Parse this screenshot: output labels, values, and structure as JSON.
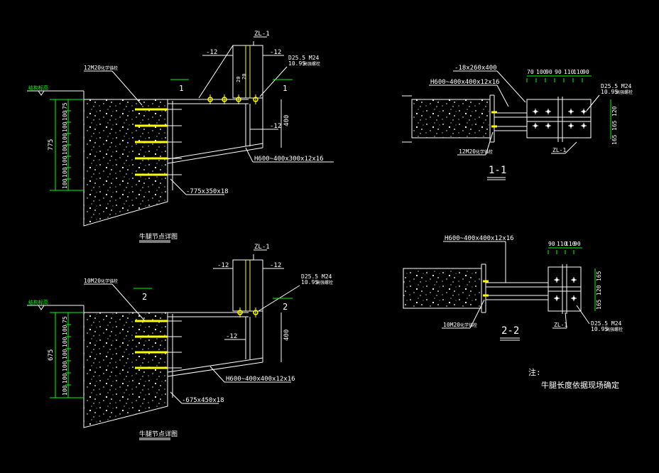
{
  "colors": {
    "background": "#000000",
    "line": "#ffffff",
    "steel": "#ffff00",
    "dimension": "#00ff00",
    "guide": "#00ffff"
  },
  "detail_a": {
    "beam_tag": "ZL-1",
    "plate_left": "-12",
    "plate_right": "-12",
    "anchor_label": "12M20",
    "anchor_note": "化学锚栓",
    "bolt_label": "D25.5 M24",
    "bolt_grade": "10.9S",
    "bolt_note": "高强螺栓",
    "section_mark": "1",
    "ground_note": "结构标高",
    "dim_total": "775",
    "dims": [
      "75",
      "100",
      "100",
      "100",
      "100",
      "100",
      "100",
      "100"
    ],
    "dim_a": "20",
    "dim_b": "20",
    "web_plate": "-12",
    "depth": "400",
    "bracket": "H600~400x300x12x16",
    "embed_plate": "-775x350x18",
    "caption": "牛腿节点详图"
  },
  "detail_b": {
    "beam_tag": "ZL-1",
    "plate_left": "-12",
    "plate_right": "-12",
    "anchor_label": "10M20",
    "anchor_note": "化学锚栓",
    "bolt_label": "D25.5 M24",
    "bolt_grade": "10.9S",
    "bolt_note": "高强螺栓",
    "section_mark": "2",
    "ground_note": "结构标高",
    "dim_total": "675",
    "dims": [
      "75",
      "100",
      "100",
      "100",
      "100",
      "100",
      "100"
    ],
    "web_plate": "-12",
    "depth": "400",
    "bracket": "H600~400x400x12x16",
    "embed_plate": "-675x450x18",
    "caption": "牛腿节点详图"
  },
  "section_1": {
    "plate_top": "-18x260x400",
    "beam": "H600~400x400x12x16",
    "top_dims": [
      "70",
      "100",
      "90",
      "90",
      "110",
      "110",
      "90"
    ],
    "bolt_label": "D25.5 M24",
    "bolt_grade": "10.9S",
    "bolt_note": "高强螺栓",
    "side_dims": [
      "120",
      "165",
      "165"
    ],
    "anchor_label": "12M20",
    "anchor_note": "化学锚栓",
    "beam_tag": "ZL-1",
    "title": "1-1"
  },
  "section_2": {
    "beam": "H600~400x400x12x16",
    "top_dims": [
      "90",
      "110",
      "110",
      "90"
    ],
    "side_dims": [
      "165",
      "120",
      "165"
    ],
    "anchor_label": "10M20",
    "anchor_note": "化学锚栓",
    "beam_tag": "ZL-1",
    "bolt_label": "D25.5 M24",
    "bolt_grade": "10.9S",
    "bolt_note": "高强螺栓",
    "title": "2-2"
  },
  "note": {
    "label": "注:",
    "text": "牛腿长度依据现场确定"
  }
}
